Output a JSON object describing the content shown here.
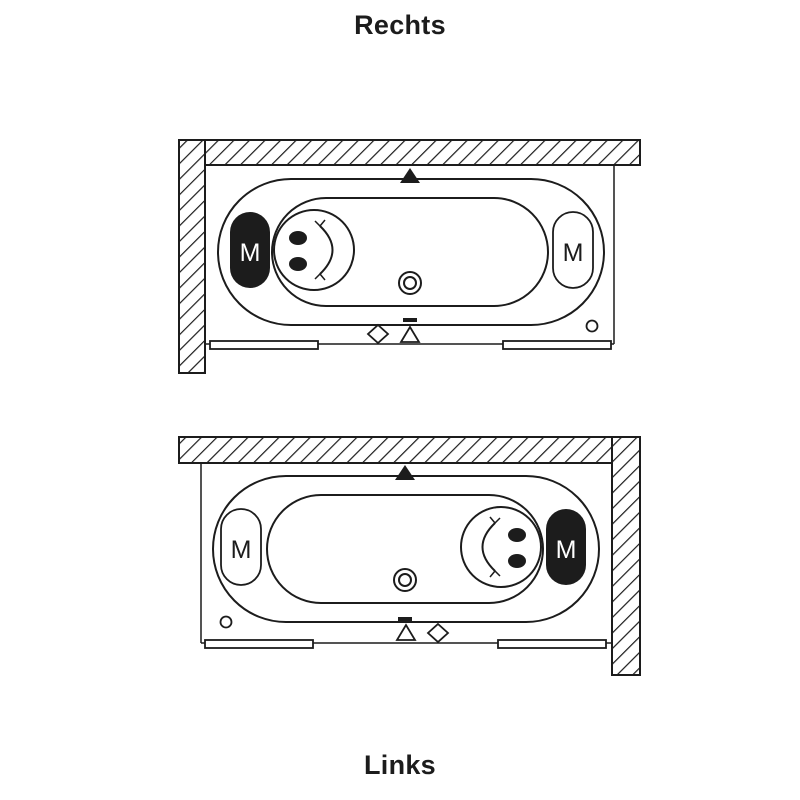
{
  "labels": {
    "top": "Rechts",
    "bottom": "Links"
  },
  "massage_letter": "M",
  "colors": {
    "line": "#1c1c1c",
    "background": "#ffffff"
  },
  "icons": [
    "hatched-wall",
    "bathtub",
    "massage-pad-icon",
    "headrest-face-icon",
    "drain-icon",
    "triangle-icon",
    "diamond-icon",
    "small-circle-icon",
    "glass-panel"
  ]
}
